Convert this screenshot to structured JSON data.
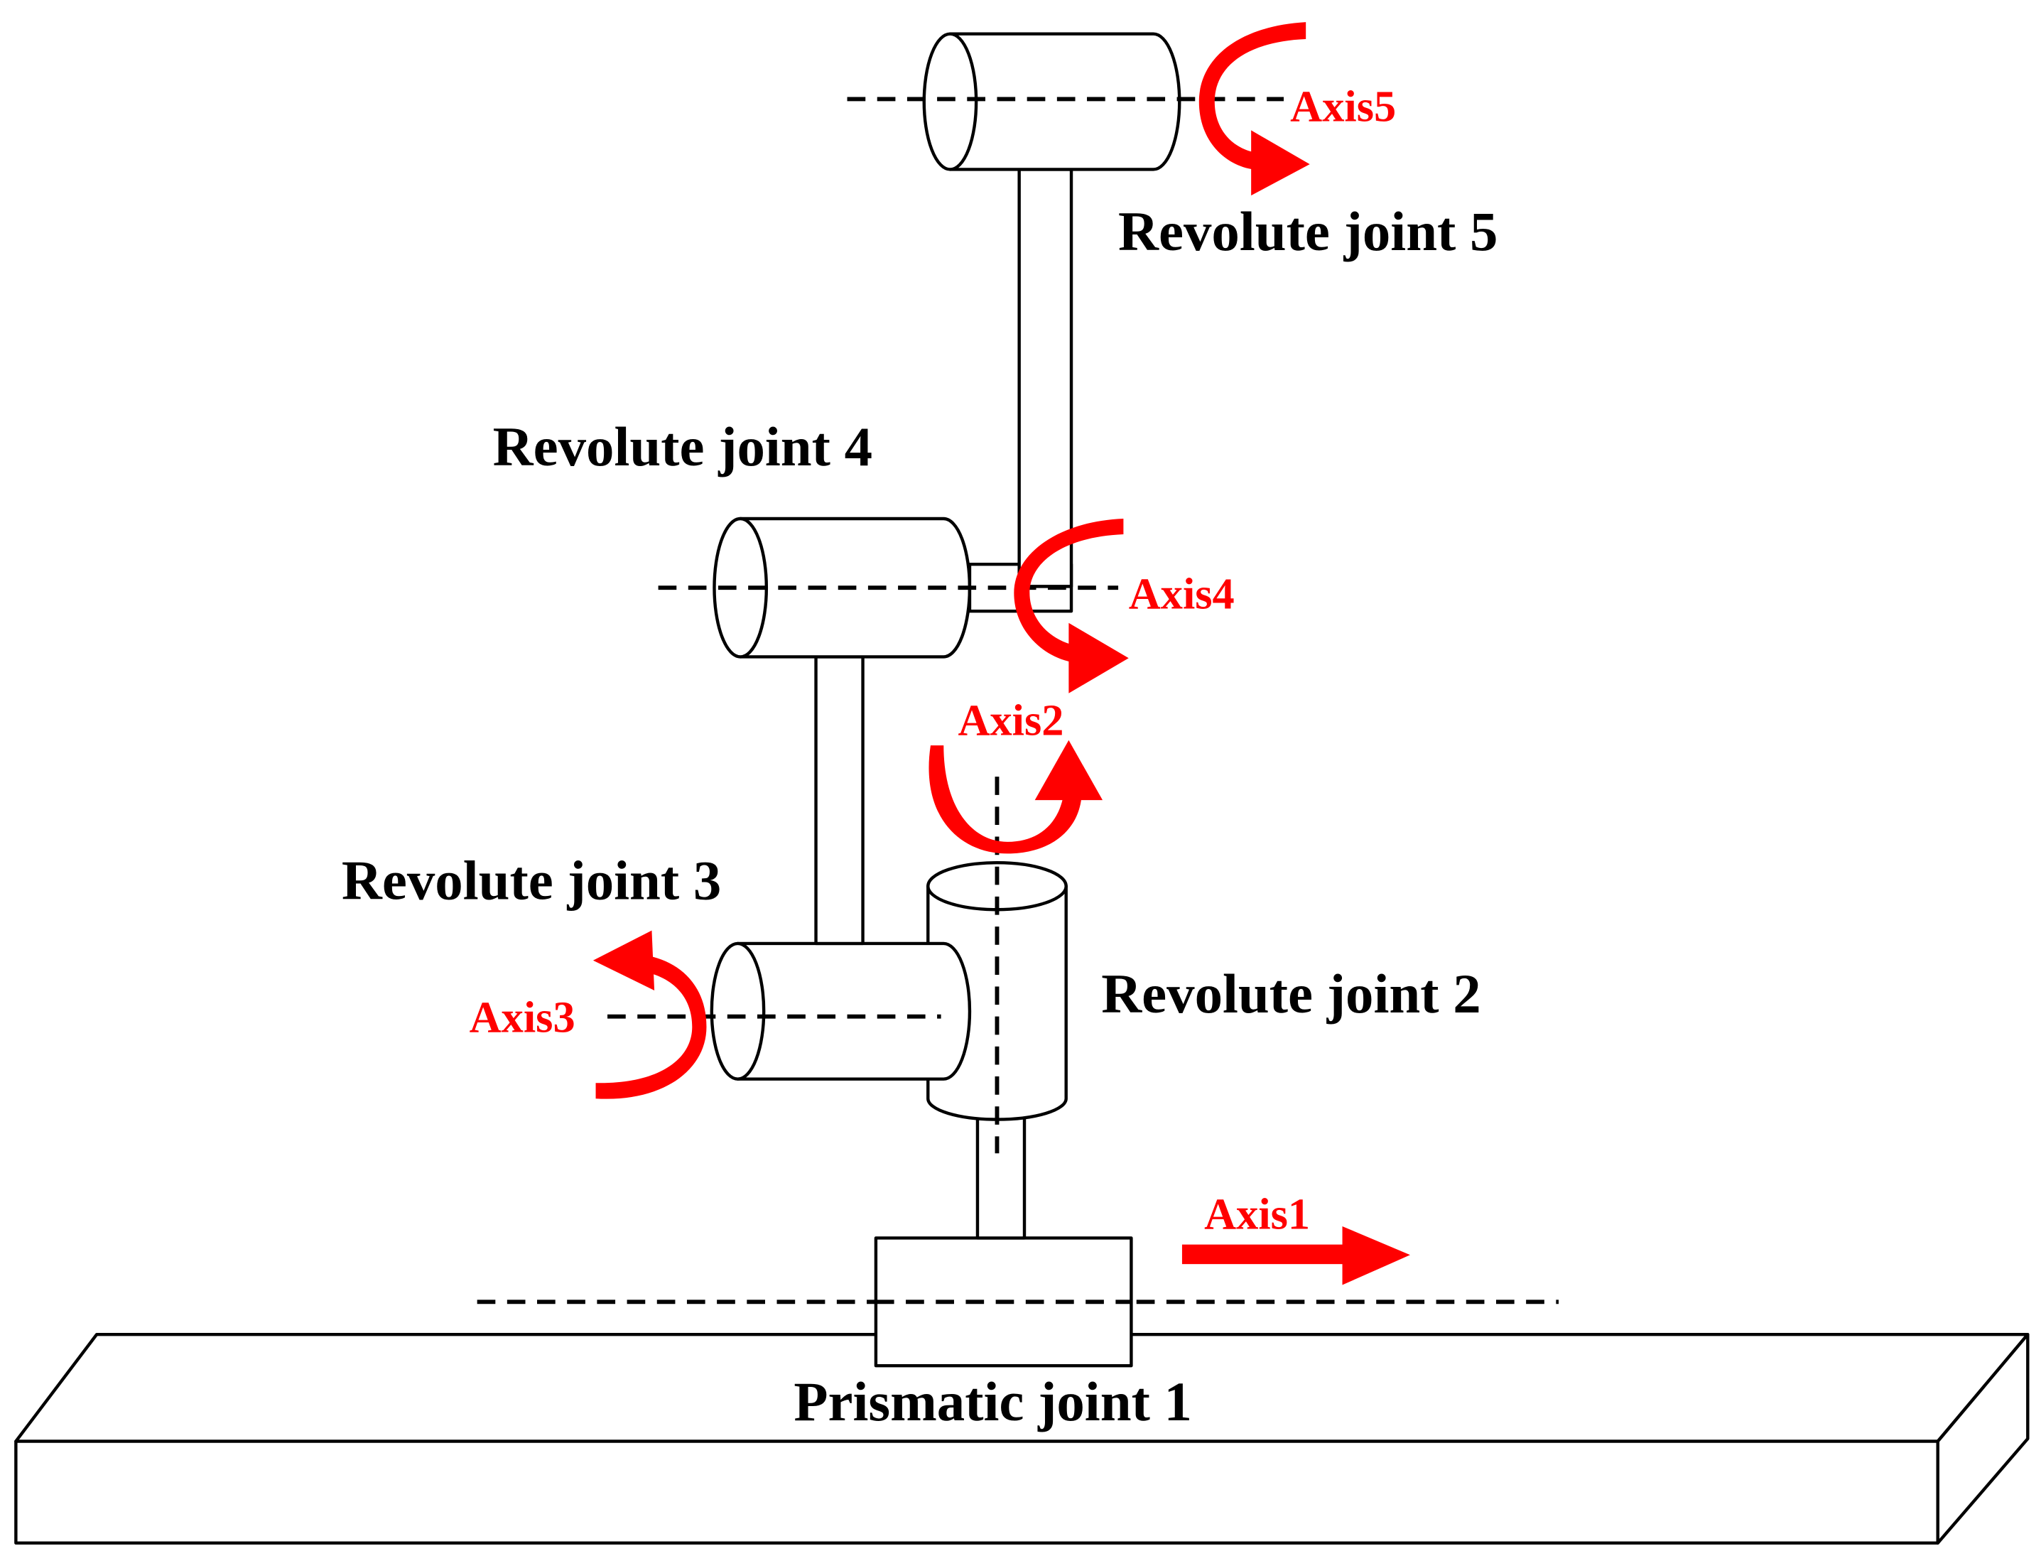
{
  "colors": {
    "line": "#000000",
    "accent": "#ff0000",
    "background": "#ffffff"
  },
  "joints": {
    "prismatic_1": "Prismatic joint 1",
    "revolute_2": "Revolute joint 2",
    "revolute_3": "Revolute joint 3",
    "revolute_4": "Revolute joint 4",
    "revolute_5": "Revolute joint 5"
  },
  "axes": {
    "axis1": "Axis1",
    "axis2": "Axis2",
    "axis3": "Axis3",
    "axis4": "Axis4",
    "axis5": "Axis5"
  }
}
